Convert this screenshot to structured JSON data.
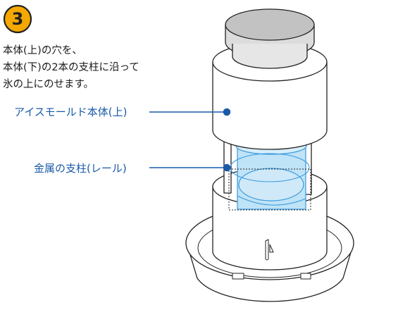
{
  "step": {
    "number": "3"
  },
  "instruction": {
    "lines": [
      "本体(上)の穴を、",
      "本体(下)の2本の支柱に沿って",
      "氷の上にのせます。"
    ]
  },
  "callouts": {
    "upper_body": "アイスモールド本体(上)",
    "rail": "金属の支柱(レール)"
  },
  "colors": {
    "badge_fill": "#f5a800",
    "callout_text": "#1a5aa8",
    "ice_fill": "#bfe3f7",
    "ice_stroke": "#3a98dc"
  }
}
